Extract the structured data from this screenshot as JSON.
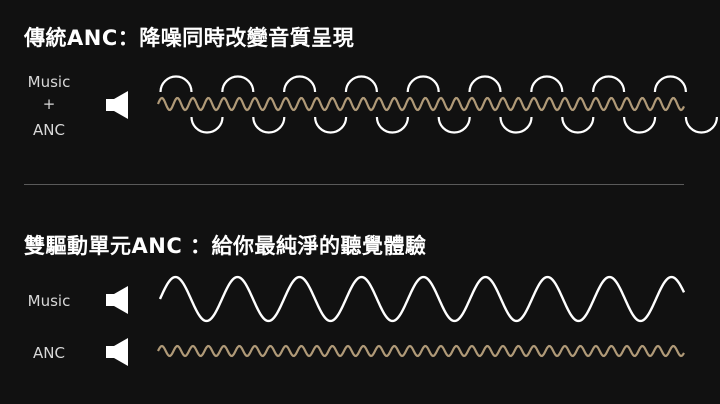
{
  "section_traditional": {
    "heading": "傳統ANC：降噪同時改變音質呈現",
    "label_music": "Music",
    "label_plus": "+",
    "label_anc": "ANC"
  },
  "section_dual": {
    "heading": "雙驅動單元ANC ：給你最純淨的聽覺體驗",
    "label_music": "Music",
    "label_anc": "ANC"
  },
  "colors": {
    "background": "#111111",
    "music_wave": "#ffffff",
    "anc_wave": "#b09a78",
    "divider": "#5a5a5a"
  },
  "icons": [
    "speaker-icon"
  ]
}
